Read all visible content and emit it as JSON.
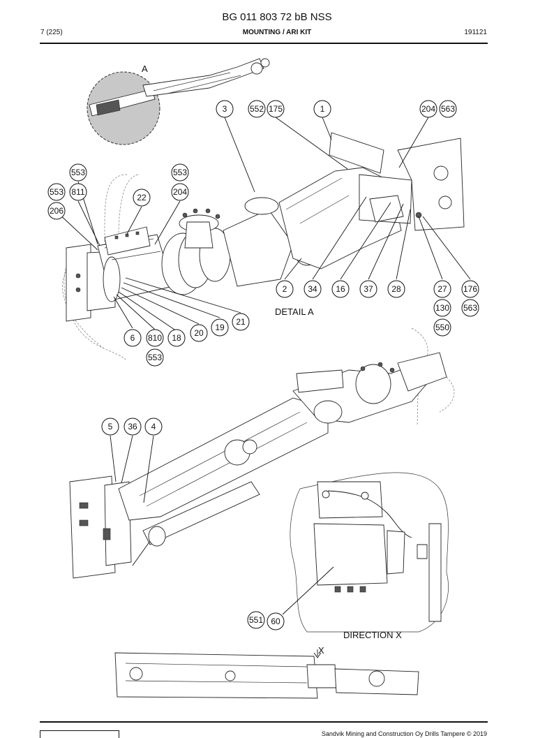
{
  "header": {
    "doc_title": "BG 011 803 72 bB NSS",
    "page": "7 (225)",
    "section": "MOUNTING / ARI KIT",
    "code": "191121"
  },
  "labels": {
    "detail_marker": "A",
    "detail_title": "DETAIL  A",
    "direction_title": "DIRECTION  X",
    "view_marker": "X"
  },
  "callouts": [
    "3",
    "552",
    "175",
    "1",
    "204",
    "563",
    "553",
    "553",
    "553",
    "811",
    "204",
    "22",
    "206",
    "2",
    "34",
    "16",
    "37",
    "28",
    "27",
    "176",
    "130",
    "563",
    "550",
    "21",
    "19",
    "20",
    "18",
    "810",
    "6",
    "553",
    "5",
    "36",
    "4",
    "551",
    "60"
  ],
  "footer": {
    "copyright": "Sandvik Mining and Construction Oy Drills Tampere © 2019"
  }
}
